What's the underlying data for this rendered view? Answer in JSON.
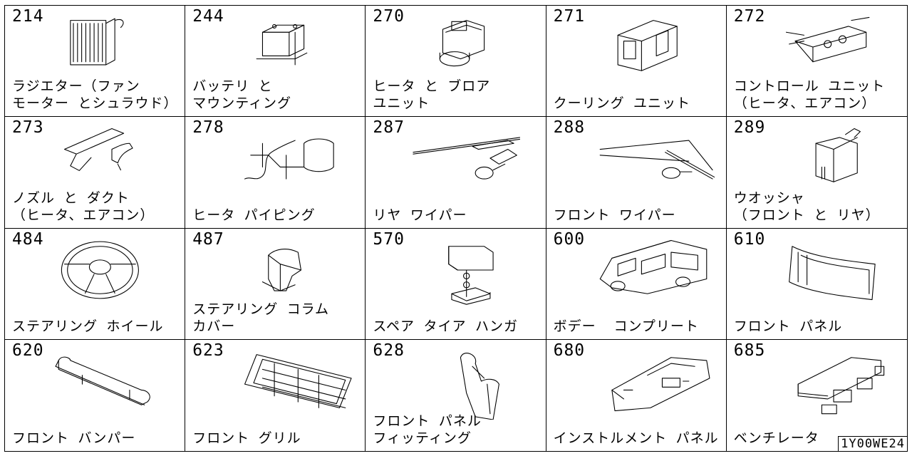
{
  "parts": [
    {
      "code": "214",
      "label": "ラジエター（ファン\nモーター とシュラウド）",
      "icon": "radiator-icon"
    },
    {
      "code": "244",
      "label": "バッテリ と\nマウンティング",
      "icon": "battery-icon"
    },
    {
      "code": "270",
      "label": "ヒータ と ブロア\nユニット",
      "icon": "heater-blower-icon"
    },
    {
      "code": "271",
      "label": "クーリング ユニット",
      "icon": "cooling-unit-icon"
    },
    {
      "code": "272",
      "label": "コントロール ユニット\n（ヒータ、エアコン）",
      "icon": "control-unit-icon"
    },
    {
      "code": "273",
      "label": "ノズル と ダクト\n（ヒータ、エアコン）",
      "icon": "nozzle-duct-icon"
    },
    {
      "code": "278",
      "label": "ヒータ パイピング",
      "icon": "heater-piping-icon"
    },
    {
      "code": "287",
      "label": "リヤ ワイパー",
      "icon": "rear-wiper-icon"
    },
    {
      "code": "288",
      "label": "フロント ワイパー",
      "icon": "front-wiper-icon"
    },
    {
      "code": "289",
      "label": "ウオッシャ\n（フロント と リヤ）",
      "icon": "washer-icon"
    },
    {
      "code": "484",
      "label": "ステアリング ホイール",
      "icon": "steering-wheel-icon"
    },
    {
      "code": "487",
      "label": "ステアリング コラム\nカバー",
      "icon": "column-cover-icon"
    },
    {
      "code": "570",
      "label": "スペア タイア ハンガ",
      "icon": "spare-tire-hanger-icon"
    },
    {
      "code": "600",
      "label": "ボデー  コンプリート",
      "icon": "body-complete-icon"
    },
    {
      "code": "610",
      "label": "フロント パネル",
      "icon": "front-panel-icon"
    },
    {
      "code": "620",
      "label": "フロント バンパー",
      "icon": "front-bumper-icon"
    },
    {
      "code": "623",
      "label": "フロント グリル",
      "icon": "front-grille-icon"
    },
    {
      "code": "628",
      "label": "フロント パネル\nフィッティング",
      "icon": "panel-fitting-icon"
    },
    {
      "code": "680",
      "label": "インストルメント パネル",
      "icon": "instrument-panel-icon"
    },
    {
      "code": "685",
      "label": "ベンチレータ",
      "icon": "ventilator-icon"
    }
  ],
  "doc_id": "1Y00WE24"
}
